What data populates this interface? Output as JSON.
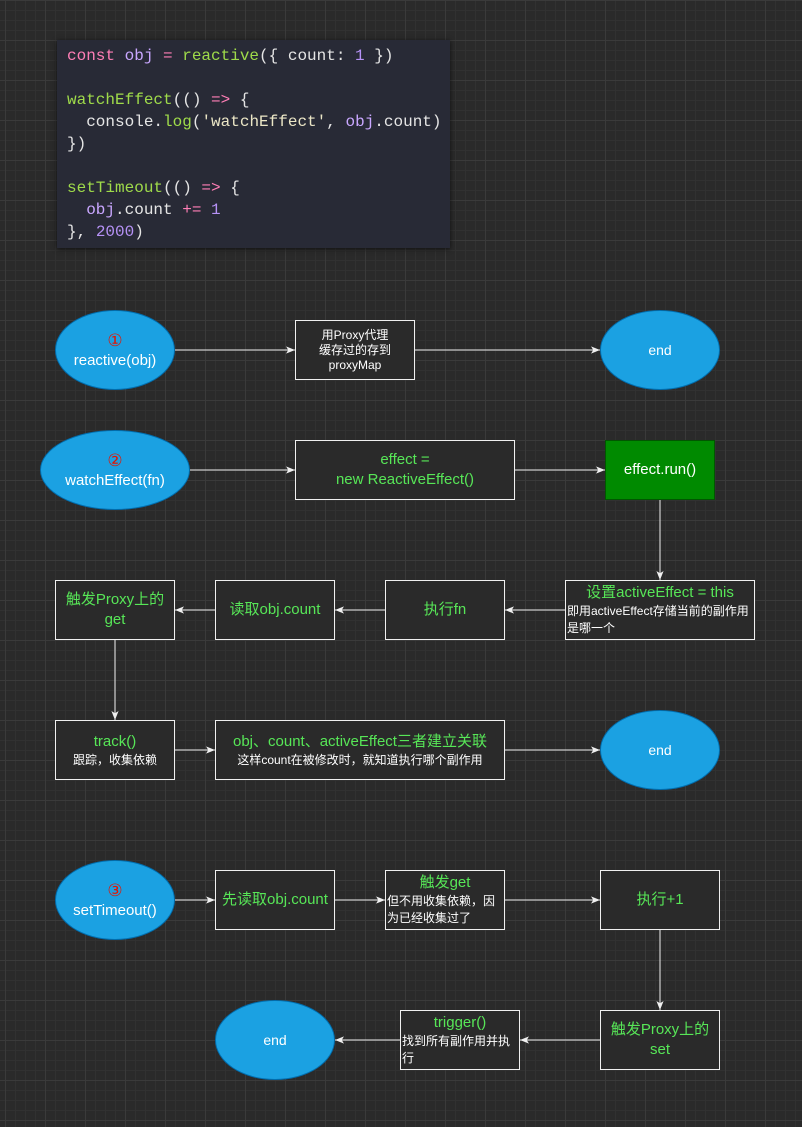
{
  "colors": {
    "background": "#2a2a2a",
    "code_background": "#282a36",
    "ellipse_fill": "#1ba1e2",
    "ellipse_border": "#006eaf",
    "step_marker": "#e51400",
    "box_text": "#57e657",
    "box_border": "#f0f0f0",
    "run_box_fill": "#008a00",
    "run_box_border": "#005700",
    "connector": "#f0f0f0"
  },
  "code": {
    "lines": [
      [
        {
          "text": "const ",
          "color": "#ff7eb6"
        },
        {
          "text": "obj ",
          "color": "#c9a7ff"
        },
        {
          "text": "= ",
          "color": "#ff7eb6"
        },
        {
          "text": "reactive",
          "color": "#9fdb4a"
        },
        {
          "text": "({ count: ",
          "color": "#e5e5e5"
        },
        {
          "text": "1",
          "color": "#b692f6"
        },
        {
          "text": " })",
          "color": "#e5e5e5"
        }
      ],
      [],
      [
        {
          "text": "watchEffect",
          "color": "#9fdb4a"
        },
        {
          "text": "(() ",
          "color": "#e5e5e5"
        },
        {
          "text": "=>",
          "color": "#ff7eb6"
        },
        {
          "text": " {",
          "color": "#e5e5e5"
        }
      ],
      [
        {
          "text": "  console.",
          "color": "#e5e5e5"
        },
        {
          "text": "log",
          "color": "#9fdb4a"
        },
        {
          "text": "(",
          "color": "#e5e5e5"
        },
        {
          "text": "'watchEffect'",
          "color": "#ebe6c6"
        },
        {
          "text": ", ",
          "color": "#e5e5e5"
        },
        {
          "text": "obj",
          "color": "#c9a7ff"
        },
        {
          "text": ".count)",
          "color": "#e5e5e5"
        }
      ],
      [
        {
          "text": "})",
          "color": "#e5e5e5"
        }
      ],
      [],
      [
        {
          "text": "setTimeout",
          "color": "#9fdb4a"
        },
        {
          "text": "(() ",
          "color": "#e5e5e5"
        },
        {
          "text": "=>",
          "color": "#ff7eb6"
        },
        {
          "text": " {",
          "color": "#e5e5e5"
        }
      ],
      [
        {
          "text": "  ",
          "color": "#e5e5e5"
        },
        {
          "text": "obj",
          "color": "#c9a7ff"
        },
        {
          "text": ".count ",
          "color": "#e5e5e5"
        },
        {
          "text": "+= ",
          "color": "#ff7eb6"
        },
        {
          "text": "1",
          "color": "#b692f6"
        }
      ],
      [
        {
          "text": "}, ",
          "color": "#e5e5e5"
        },
        {
          "text": "2000",
          "color": "#b692f6"
        },
        {
          "text": ")",
          "color": "#e5e5e5"
        }
      ]
    ]
  },
  "flow": {
    "reactive_section": {
      "start_marker": "①",
      "start_label": "reactive(obj)",
      "proxy_lines": [
        "用Proxy代理",
        "缓存过的存到",
        "proxyMap"
      ],
      "end_label": "end"
    },
    "watch_section": {
      "start_marker": "②",
      "start_label": "watchEffect(fn)",
      "effect_lines": [
        "effect =",
        "new ReactiveEffect()"
      ],
      "run_label": "effect.run()",
      "active_title": "设置activeEffect = this",
      "active_note": "即用activeEffect存储当前的副作用是哪一个",
      "exec_label": "执行fn",
      "read_label": "读取obj.count",
      "get_lines": [
        "触发Proxy上的",
        "get"
      ],
      "track_title": "track()",
      "track_note": "跟踪，收集依赖",
      "link_title": "obj、count、activeEffect三者建立关联",
      "link_note": "这样count在被修改时，就知道执行哪个副作用",
      "end_label": "end"
    },
    "timeout_section": {
      "start_marker": "③",
      "start_label": "setTimeout()",
      "read_label": "先读取obj.count",
      "get_title": "触发get",
      "get_note": "但不用收集依赖，因为已经收集过了",
      "increment_label": "执行+1",
      "set_lines": [
        "触发Proxy上的",
        "set"
      ],
      "trigger_title": "trigger()",
      "trigger_note": "找到所有副作用并执行",
      "end_label": "end"
    }
  }
}
